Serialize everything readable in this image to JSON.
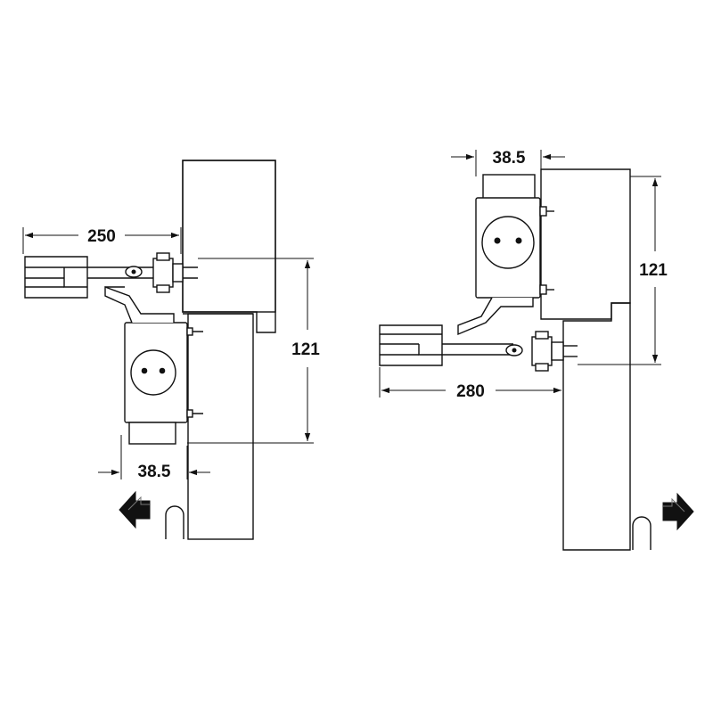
{
  "left_assembly": {
    "arm_dimension": "250",
    "height_dimension": "121",
    "offset_dimension": "38.5",
    "direction_arrow": "left-arrow-icon"
  },
  "right_assembly": {
    "arm_dimension": "280",
    "height_dimension": "121",
    "offset_dimension": "38.5",
    "direction_arrow": "right-arrow-icon"
  },
  "colors": {
    "line": "#111111",
    "background": "#ffffff"
  }
}
